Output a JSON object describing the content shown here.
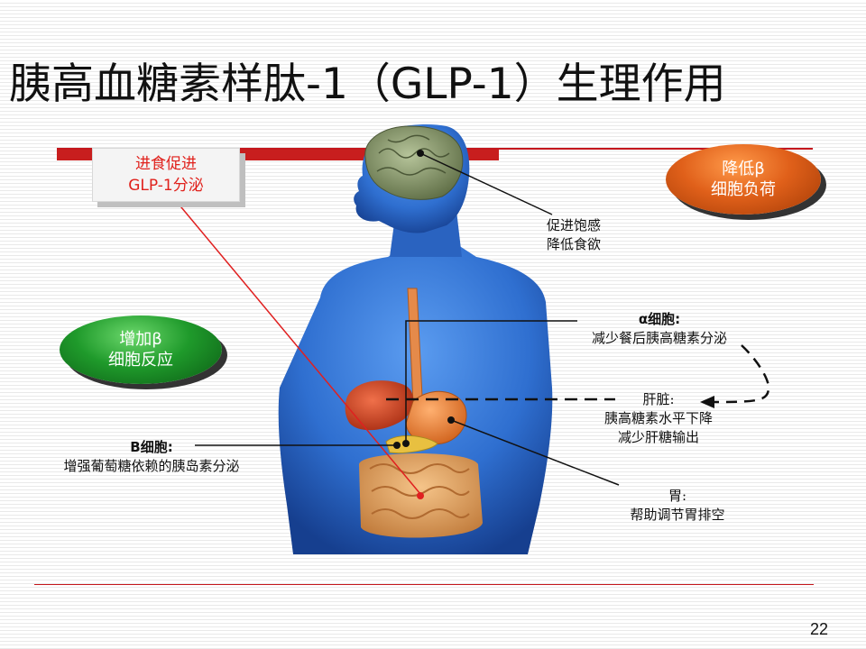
{
  "title": "胰高血糖素样肽-1（GLP-1）生理作用",
  "callout": {
    "line1": "进食促进",
    "line2": "GLP-1分泌"
  },
  "reduce_beta": {
    "line1": "降低β",
    "line2": "细胞负荷"
  },
  "increase_beta": {
    "line1": "增加β",
    "line2": "细胞反应"
  },
  "brain_label": {
    "line1": "促进饱感",
    "line2": "降低食欲"
  },
  "alpha_label": {
    "line1": "α细胞:",
    "line2": "减少餐后胰高糖素分泌"
  },
  "liver_label": {
    "line1": "肝脏:",
    "line2": "胰高糖素水平下降",
    "line3": "减少肝糖输出"
  },
  "beta_cell_label": {
    "line1": "B细胞:",
    "line2": "增强葡萄糖依赖的胰岛素分泌"
  },
  "stomach_label": {
    "line1": "胃:",
    "line2": "帮助调节胃排空"
  },
  "page_number": "22",
  "colors": {
    "accent_red": "#c81e1e",
    "callout_text": "#e0211c",
    "pill_orange": "#e0601a",
    "pill_green": "#1f9a2b",
    "body_blue": "#2f6fd0"
  }
}
